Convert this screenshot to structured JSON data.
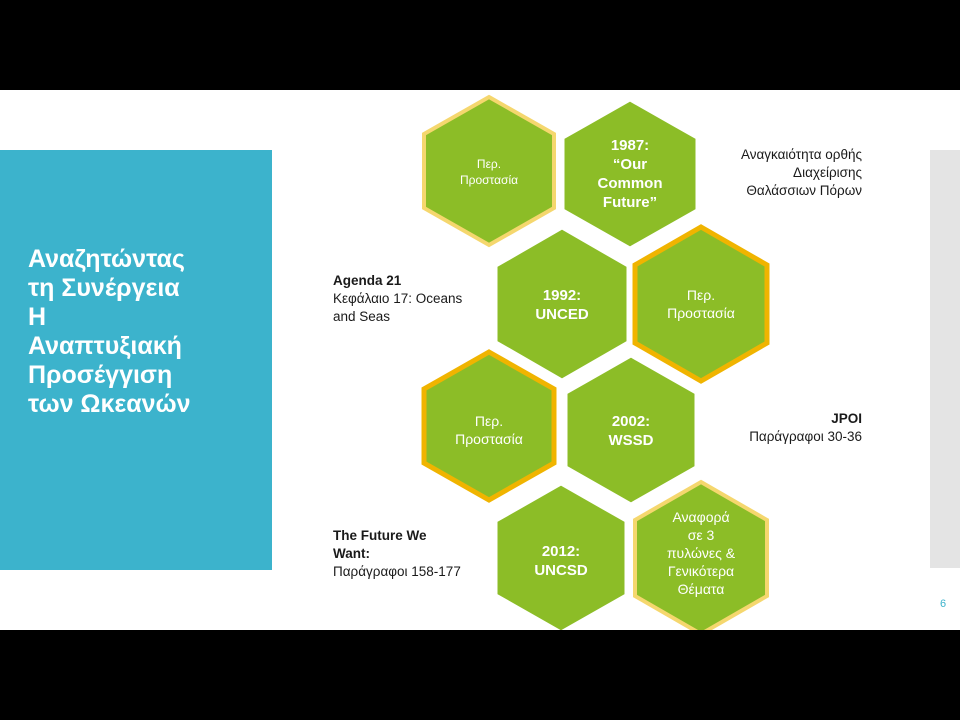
{
  "slide": {
    "title_lines": [
      "Αναζητώντας",
      "τη Συνέργεια",
      "Η",
      "Αναπτυξιακή",
      "Προσέγγιση",
      "των Ωκεανών"
    ],
    "page_number": "6"
  },
  "colors": {
    "title_panel": "#3cb3cc",
    "hex_fill": "#8cbd27",
    "hex_highlight_border": "#f0b400"
  },
  "hexagons": [
    {
      "lines": [
        "Περ.",
        "Προστασία"
      ]
    },
    {
      "lines": [
        "1987:",
        "“Our",
        "Common",
        "Future”"
      ]
    },
    {
      "lines": [
        "1992:",
        "UNCED"
      ]
    },
    {
      "lines": [
        "Περ.",
        "Προστασία"
      ]
    },
    {
      "lines": [
        "Περ.",
        "Προστασία"
      ]
    },
    {
      "lines": [
        "2002:",
        "WSSD"
      ]
    },
    {
      "lines": [
        "2012:",
        "UNCSD"
      ]
    },
    {
      "lines": [
        "Αναφορά",
        "σε 3",
        "πυλώνες &",
        "Γενικότερα",
        "Θέματα"
      ]
    }
  ],
  "notes": {
    "n1987": {
      "lines": [
        "Αναγκαιότητα ορθής",
        "Διαχείρισης",
        "Θαλάσσιων Πόρων"
      ]
    },
    "agenda": {
      "bold": "Agenda 21",
      "lines": [
        "Κεφάλαιο 17: Oceans",
        "and Seas"
      ]
    },
    "jpoi": {
      "bold": "JPOI",
      "lines": [
        "Παράγραφοι 30-36"
      ]
    },
    "future": {
      "bold_lines": [
        "The Future We",
        "Want:"
      ],
      "lines": [
        "Παράγραφοι 158-177"
      ]
    }
  }
}
